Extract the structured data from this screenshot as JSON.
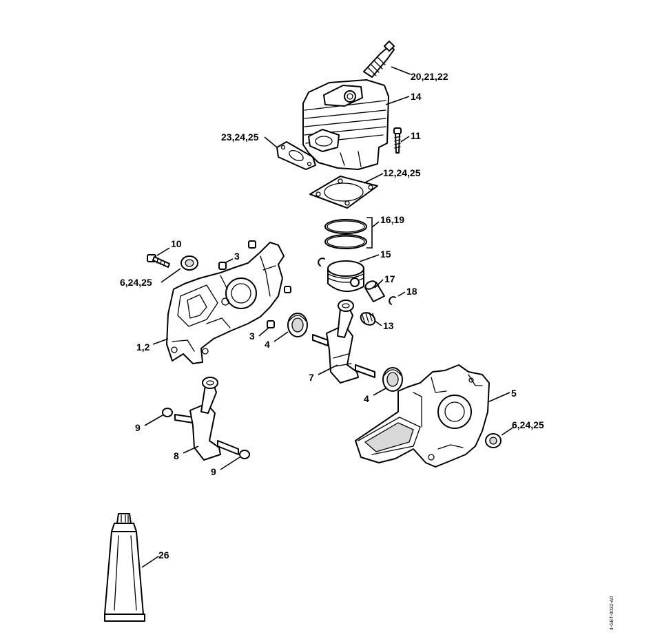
{
  "callouts": {
    "c_20_21_22": "20,21,22",
    "c_14": "14",
    "c_11": "11",
    "c_23_24_25": "23,24,25",
    "c_12_24_25": "12,24,25",
    "c_16_19": "16,19",
    "c_10": "10",
    "c_3_top": "3",
    "c_6_24_25_left": "6,24,25",
    "c_15": "15",
    "c_17": "17",
    "c_18": "18",
    "c_13": "13",
    "c_1_2": "1,2",
    "c_3_bottom": "3",
    "c_4_left": "4",
    "c_7": "7",
    "c_5": "5",
    "c_4_right": "4",
    "c_6_24_25_right": "6,24,25",
    "c_9_top": "9",
    "c_8": "8",
    "c_9_bottom": "9",
    "c_26": "26"
  },
  "doc_ref": "4-GET-0032-A0"
}
